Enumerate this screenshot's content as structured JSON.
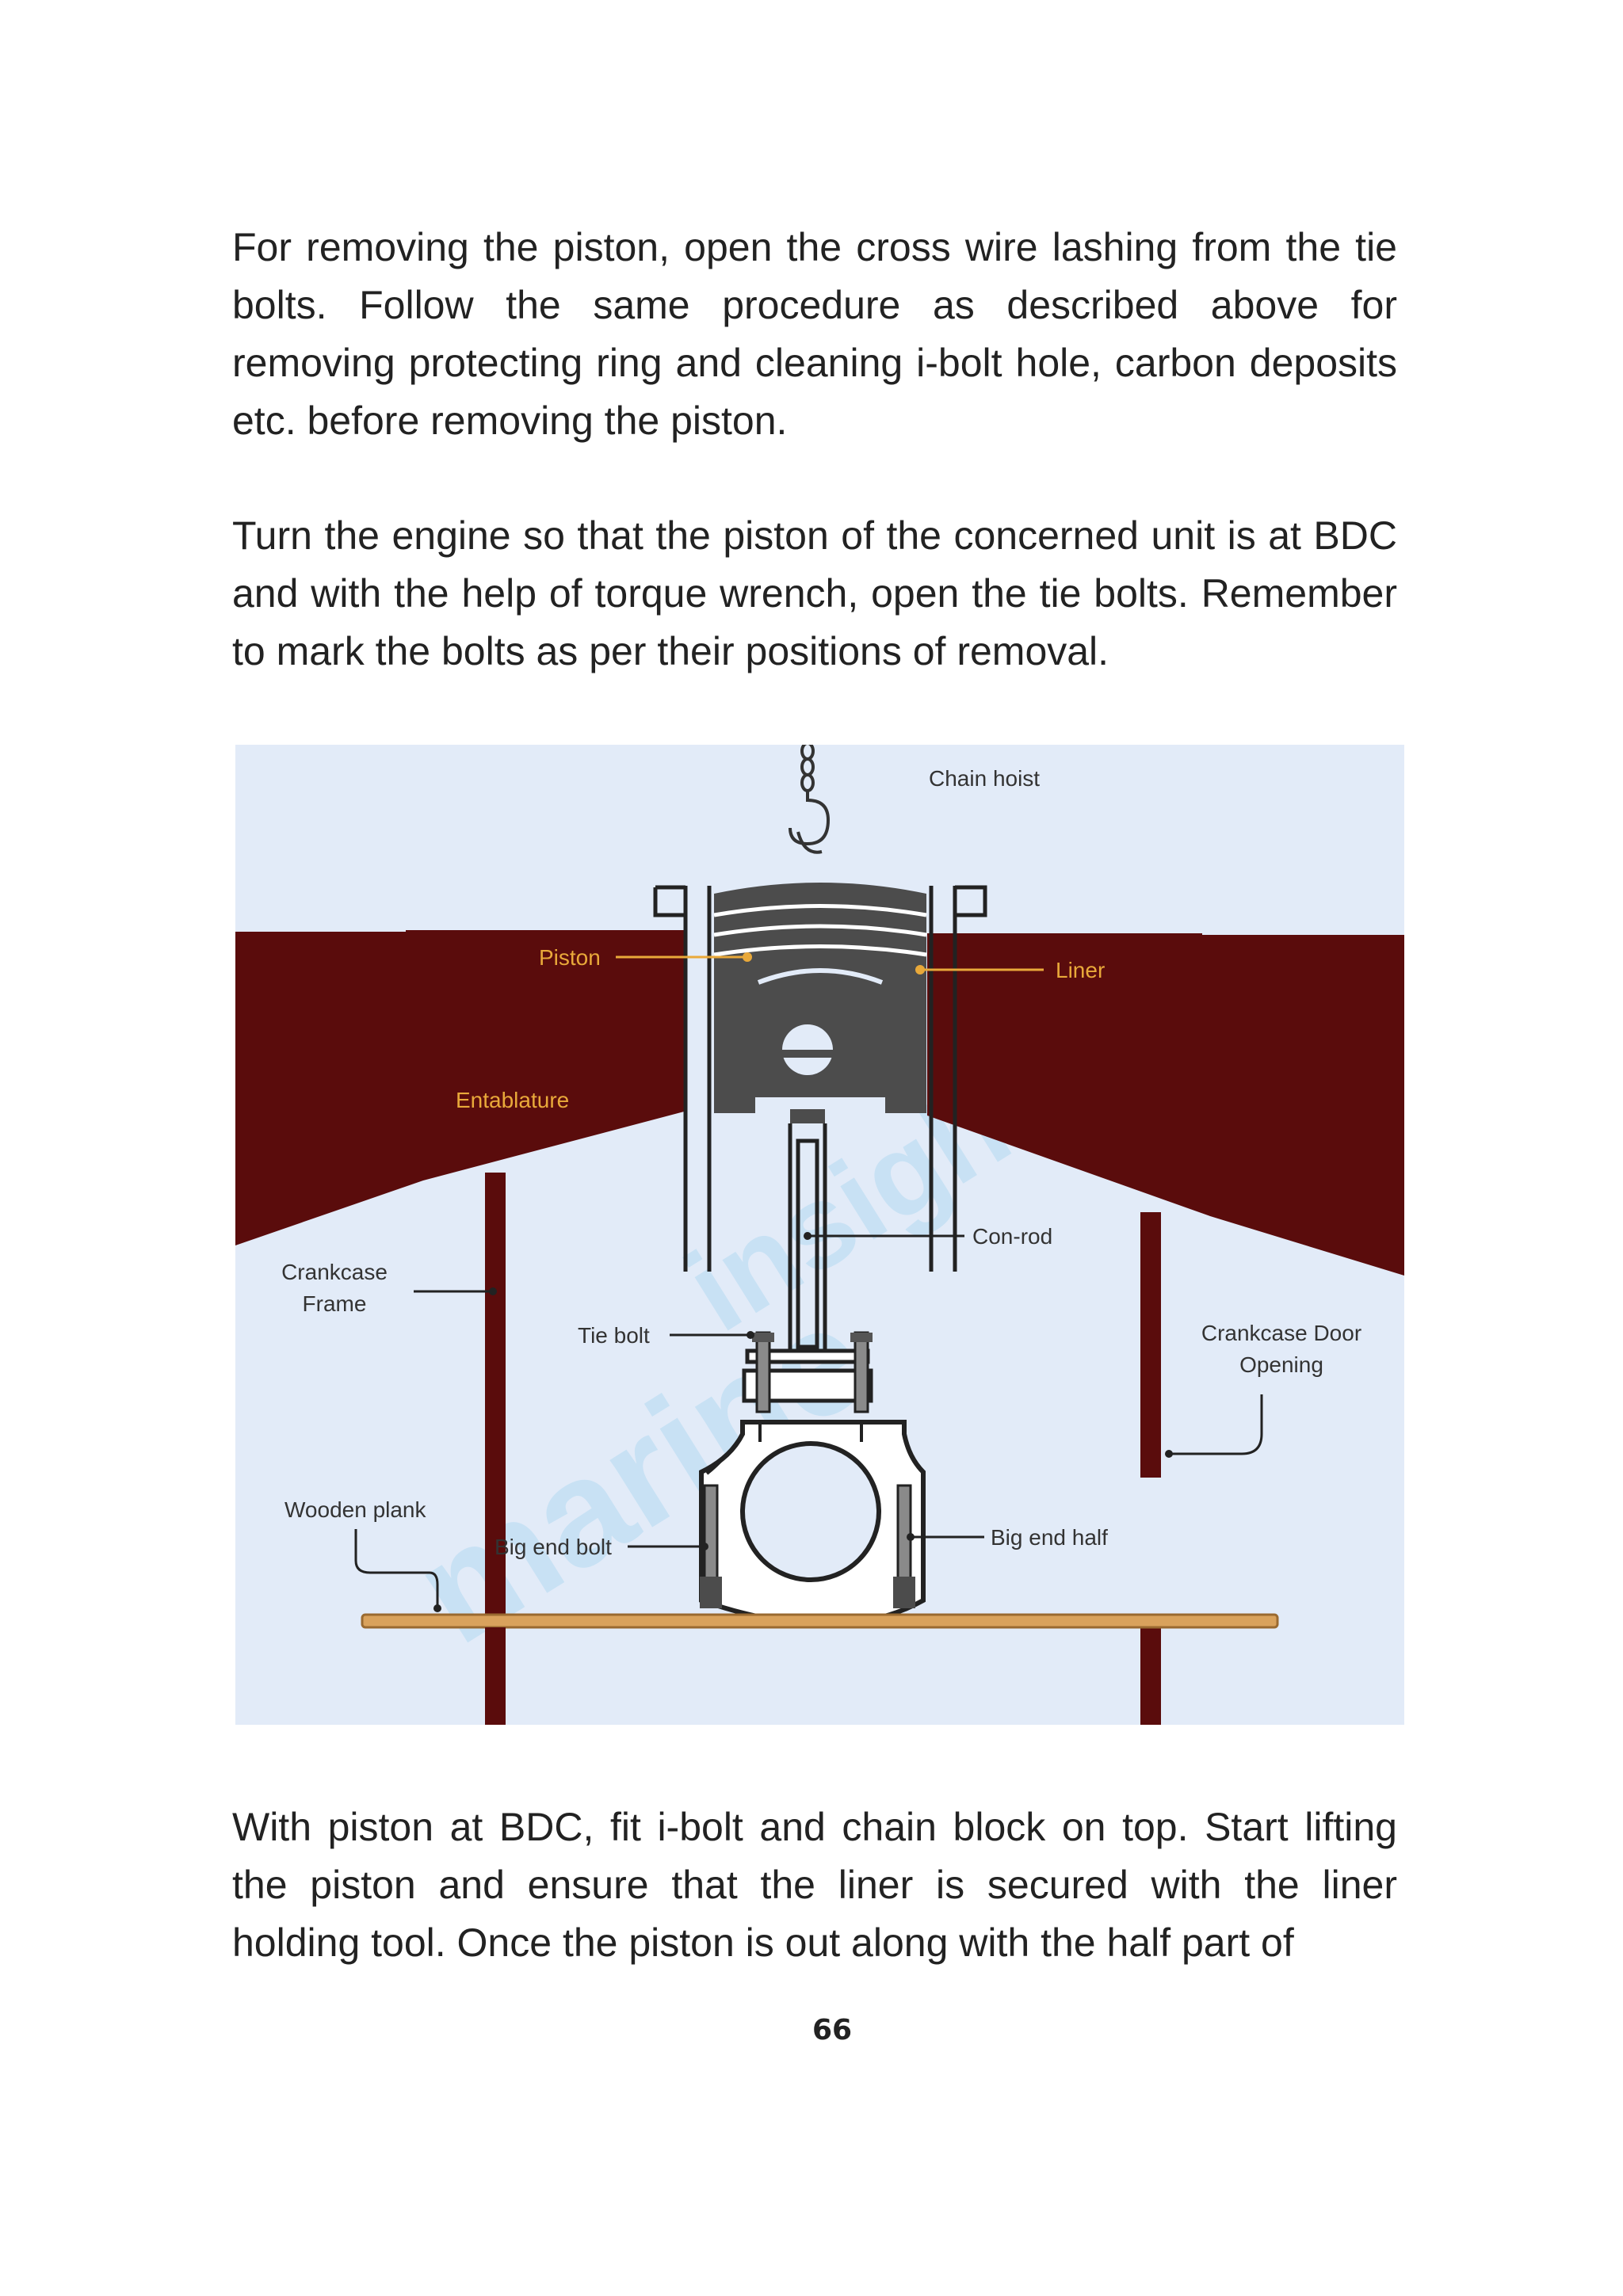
{
  "paragraphs": {
    "p1": "For removing the piston, open the cross wire lashing from the tie bolts. Follow the same procedure as described above for removing protecting ring and cleaning i-bolt hole, carbon deposits etc. before removing the piston.",
    "p2": "Turn the engine so that the piston of the concerned unit is at BDC and with the help of torque wrench, open the tie bolts. Remember to mark the bolts as per their positions of removal.",
    "p3": "With piston at BDC, fit i-bolt and chain block on top. Start lifting the piston and ensure that the liner is secured with the liner holding tool. Once the piston is out along with the half part of"
  },
  "diagram": {
    "labels": {
      "chain_hoist": "Chain hoist",
      "piston": "Piston",
      "liner": "Liner",
      "entablature": "Entablature",
      "con_rod": "Con-rod",
      "crankcase_frame_1": "Crankcase",
      "crankcase_frame_2": "Frame",
      "tie_bolt": "Tie bolt",
      "crankcase_door_1": "Crankcase Door",
      "crankcase_door_2": "Opening",
      "wooden_plank": "Wooden plank",
      "big_end_bolt": "Big end bolt",
      "big_end_half": "Big end half"
    },
    "watermark": "marine insight"
  },
  "page_number": "66",
  "colors": {
    "background_diagram": "#e2ebf8",
    "entablature": "#5a0c0c",
    "piston": "#4c4c4c",
    "plank": "#d9a25c",
    "label_accent": "#e9a93a"
  }
}
